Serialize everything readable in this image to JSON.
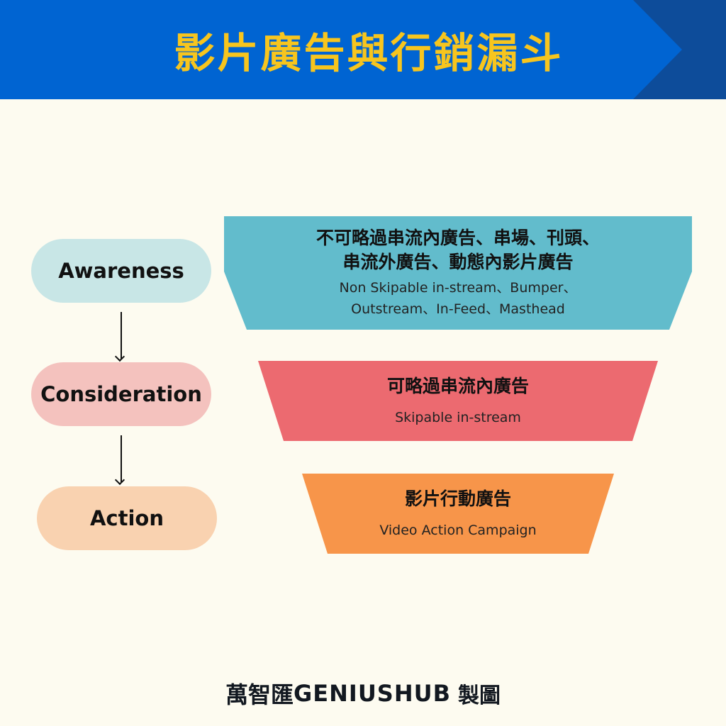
{
  "header": {
    "title": "影片廣告與行銷漏斗",
    "colors": {
      "primary": "#0064d2",
      "dark": "#0d4c9a",
      "title_text": "#f7c51e"
    }
  },
  "stages": [
    {
      "label": "Awareness",
      "color": "#c8e6e6"
    },
    {
      "label": "Consideration",
      "color": "#f4c2be"
    },
    {
      "label": "Action",
      "color": "#f9d2b0"
    }
  ],
  "funnel": [
    {
      "zh_lines": [
        "不可略過串流內廣告、串場、刊頭、",
        "串流外廣告、動態內影片廣告"
      ],
      "en_lines": [
        "Non Skipable in-stream、Bumper、",
        "Outstream、In-Feed、Masthead"
      ],
      "color": "#62bccc"
    },
    {
      "zh_lines": [
        "可略過串流內廣告"
      ],
      "en_lines": [
        "Skipable in-stream"
      ],
      "color": "#ec6a70"
    },
    {
      "zh_lines": [
        "影片行動廣告"
      ],
      "en_lines": [
        "Video Action Campaign"
      ],
      "color": "#f7954a"
    }
  ],
  "footer": {
    "zh_name": "萬智匯",
    "brand": "GENIUSHUB",
    "suffix": "製圖"
  }
}
